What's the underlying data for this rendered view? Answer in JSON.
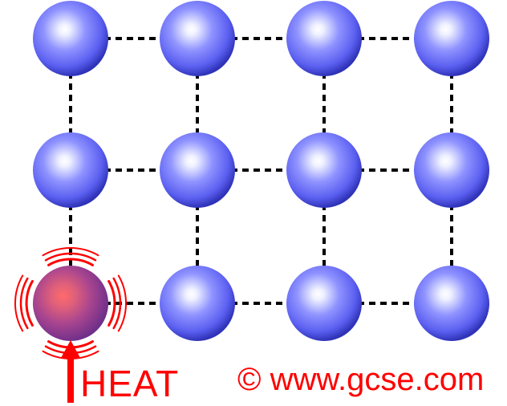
{
  "lattice": {
    "columns": 4,
    "rows": 3,
    "heated_particle": {
      "row": 3,
      "column": 1
    }
  },
  "colors": {
    "particle": "#5b5ff0",
    "particle_highlight": "#eef0ff",
    "particle_shadow": "#2f33b8",
    "heated_particle": "#9b3f9b",
    "heated_glow": "#ff6b6b",
    "bond": "#000000",
    "heat": "#ff0000"
  },
  "heat_label": "HEAT",
  "credit": "© www.gcse.com",
  "icons": {
    "heat_arrow": "arrow-up-icon",
    "vibration": "vibration-waves-icon"
  }
}
